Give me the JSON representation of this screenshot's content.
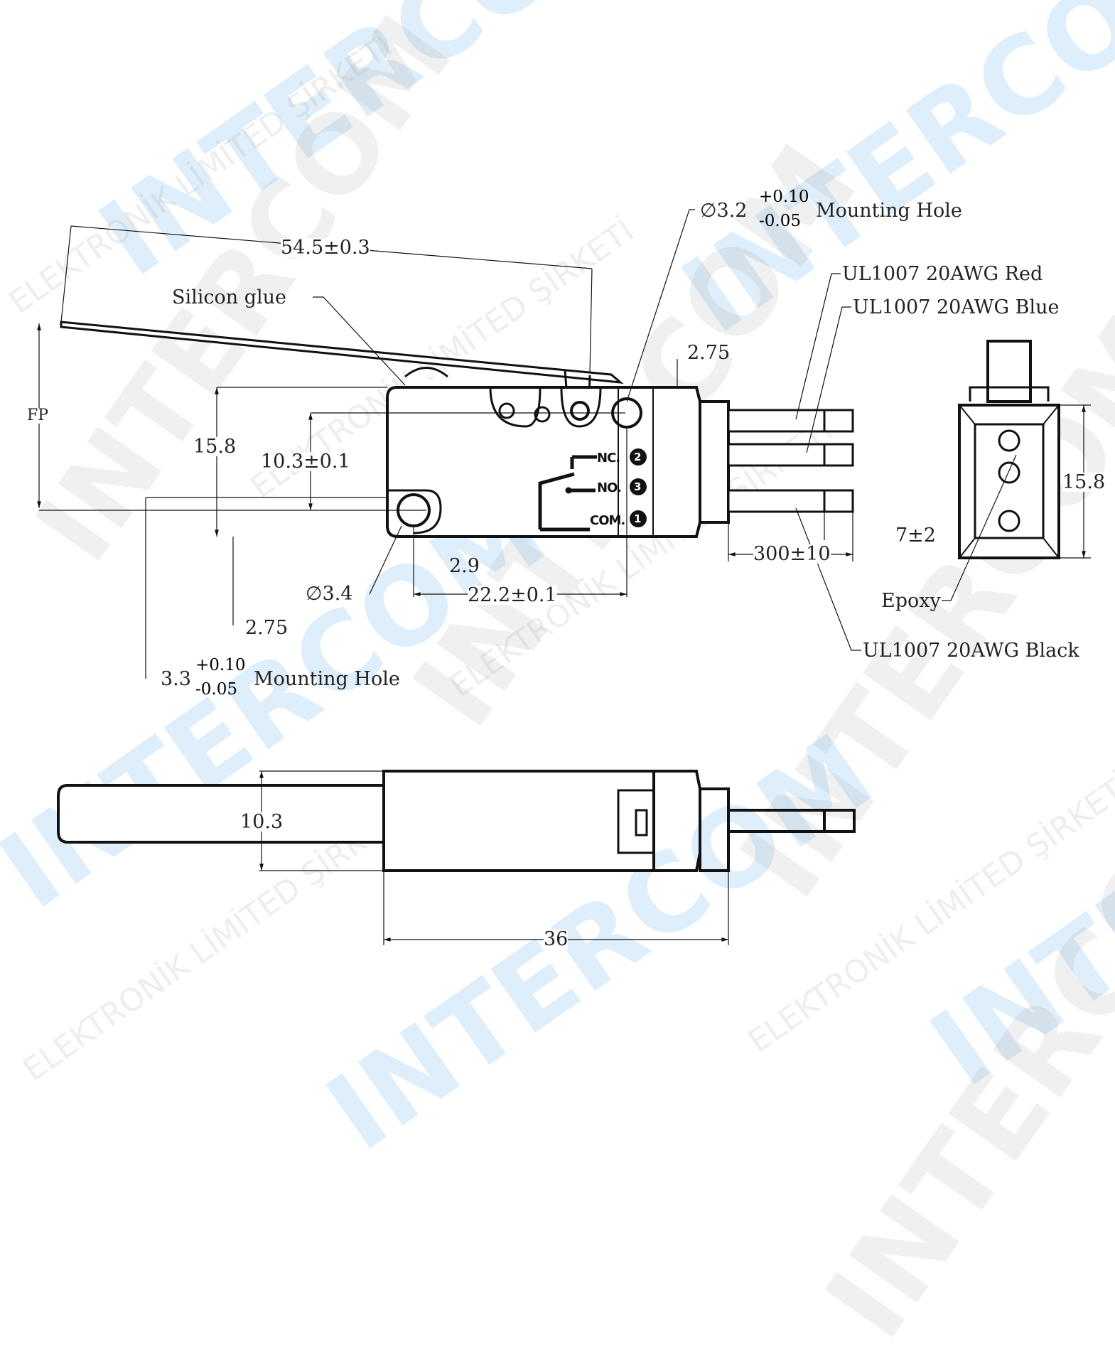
{
  "watermark": {
    "brand": "INTERCOM",
    "company": "ELEKTRONİK LİMİTED ŞİRKETİ",
    "colors": {
      "grey": "#a0a0a0",
      "blue": "#5aaae6"
    }
  },
  "top_view": {
    "overall_length": "54.5±0.3",
    "free_position": "FP",
    "height_total": "15.8",
    "hole_spacing_vertical": "10.3±0.1",
    "hole_offset_x": "2.9",
    "hole_pitch_horizontal": "22.2±0.1",
    "hole_offset_bottom": "2.75",
    "hole_offset_top": "2.75",
    "small_hole_dia": "∅3.4",
    "mount_hole_right": {
      "prefix": "∅3.2",
      "tol_plus": "+0.10",
      "tol_minus": "-0.05",
      "label": "Mounting Hole"
    },
    "mount_hole_left": {
      "prefix": "3.3",
      "tol_plus": "+0.10",
      "tol_minus": "-0.05",
      "label": "Mounting Hole"
    },
    "silicon_glue": "Silicon glue",
    "terminals": [
      {
        "label": "NC.",
        "number": "2"
      },
      {
        "label": "NO.",
        "number": "3"
      },
      {
        "label": "COM.",
        "number": "1"
      }
    ],
    "wires": [
      {
        "label": "UL1007  20AWG Red",
        "color": "red"
      },
      {
        "label": "UL1007  20AWG Blue",
        "color": "blue"
      },
      {
        "label": "UL1007  20AWG Black",
        "color": "black"
      }
    ],
    "wire_length": "300±10",
    "strip_length": "7±2"
  },
  "end_view": {
    "height": "15.8",
    "epoxy": "Epoxy"
  },
  "side_view": {
    "thickness": "10.3",
    "body_length": "36"
  }
}
